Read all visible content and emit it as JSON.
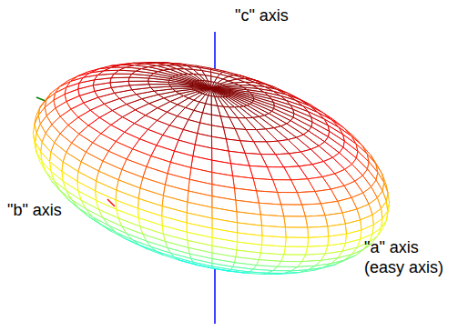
{
  "diagram": {
    "labels": [
      "\"c\" axis",
      "\"b\" axis",
      "\"a\" axis (easy axis)"
    ]
  }
}
